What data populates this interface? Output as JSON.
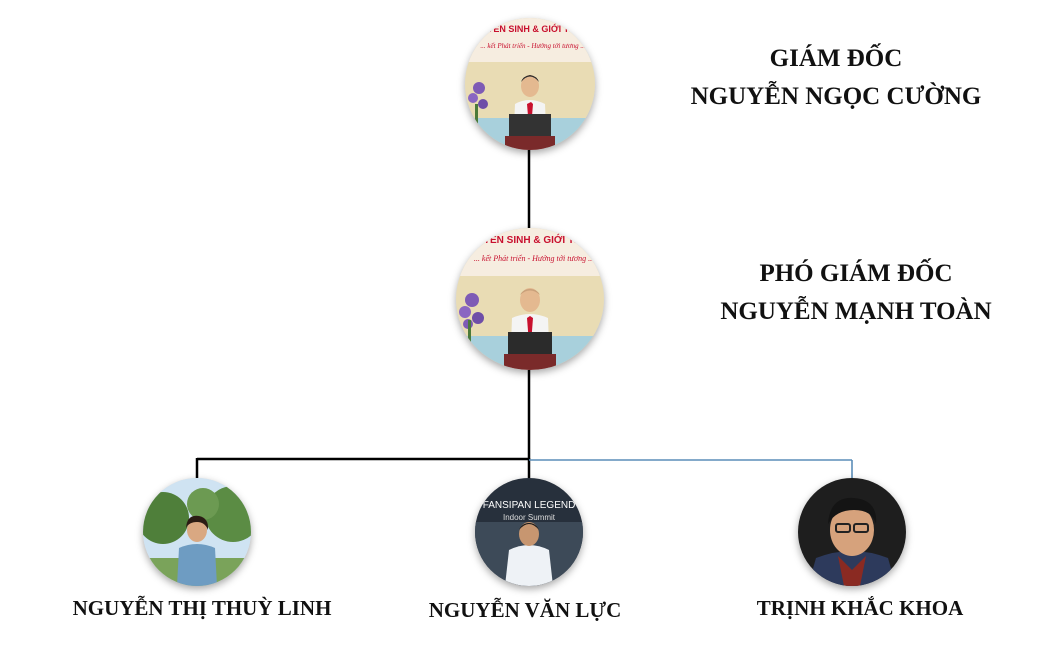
{
  "director": {
    "title": "GIÁM ĐỐC",
    "name": "NGUYỄN NGỌC CƯỜNG",
    "banner_line1": "TUYỂN SINH & GIỚI THIỆU",
    "banner_line2": "... kết Phát triển - Hướng tới tương ..."
  },
  "deputy": {
    "title": "PHÓ GIÁM ĐỐC",
    "name": "NGUYỄN MẠNH TOÀN",
    "banner_line1": "TUYỂN SINH & GIỚI THIỆU",
    "banner_line2": "... kết Phát triển - Hướng tới tương ..."
  },
  "staff": [
    {
      "name": "NGUYỄN THỊ THUỲ LINH"
    },
    {
      "name": "NGUYỄN VĂN LỰC",
      "backdrop_line1": "FANSIPAN LEGEND",
      "backdrop_line2": "Indoor Summit"
    },
    {
      "name": "TRỊNH KHẮC KHOA"
    }
  ],
  "colors": {
    "connector": "#000000",
    "connector_right": "#5b8db8",
    "banner_red": "#c8102e",
    "shirt_white": "#f4f4f4",
    "tie_red": "#c8102e"
  },
  "icons": {
    "director_photo": "person-at-podium-icon",
    "deputy_photo": "person-at-podium-icon",
    "staff_photo": "person-portrait-icon"
  }
}
